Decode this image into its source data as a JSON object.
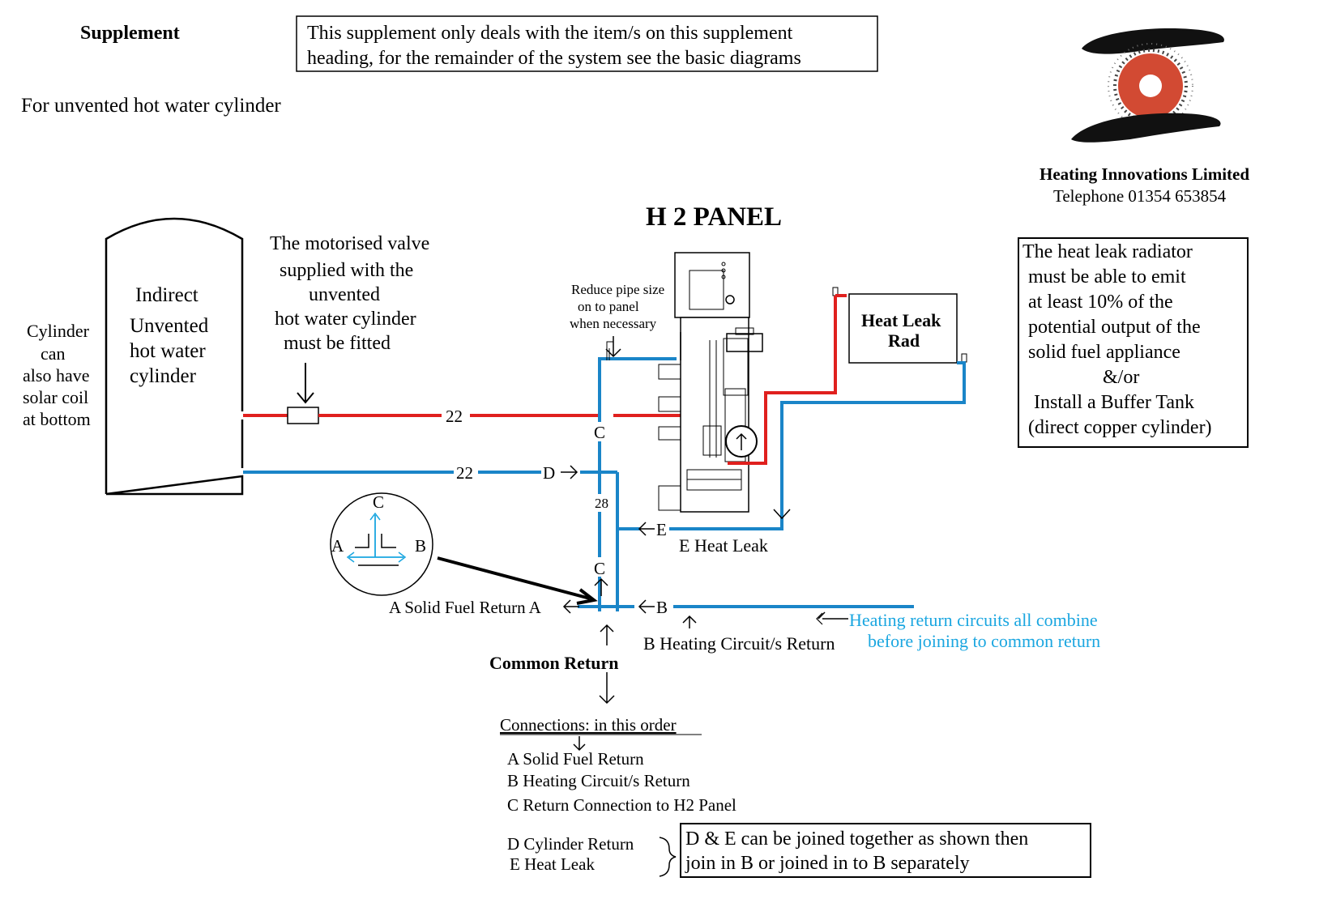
{
  "header": {
    "supplement": "Supplement",
    "subtitle": "For unvented hot water cylinder",
    "note_line1": "This supplement only deals with the item/s on this supplement",
    "note_line2": "heading, for the remainder of the system see the basic diagrams"
  },
  "logo": {
    "company": "Heating Innovations Limited",
    "telephone": "Telephone 01354 653854"
  },
  "title": "H 2 PANEL",
  "cylinder": {
    "line1": "Indirect",
    "line2": "Unvented",
    "line3": "hot water",
    "line4": "cylinder"
  },
  "cylinder_note": [
    "Cylinder",
    "can",
    "also have",
    "solar coil",
    "at bottom"
  ],
  "valve_note": [
    "The motorised valve",
    "supplied with the",
    "unvented",
    "hot water cylinder",
    "must be fitted"
  ],
  "reduce_note": [
    "Reduce pipe size",
    "on to panel",
    "when necessary"
  ],
  "heat_leak_rad": [
    "Heat Leak",
    "Rad"
  ],
  "heat_leak_note": [
    "The heat leak radiator",
    "must be able to emit",
    "at least 10% of the",
    "potential output of the",
    "solid fuel appliance",
    "&/or",
    "Install a Buffer Tank",
    "(direct copper cylinder)"
  ],
  "pipe_labels": {
    "flow_size": "22",
    "return_size": "22",
    "common_size": "28",
    "c_upper": "C",
    "c_lower": "C",
    "d_arrow": "D",
    "e_arrow": "E",
    "b_arrow": "B"
  },
  "tee_detail": {
    "c": "C",
    "a": "A",
    "b": "B"
  },
  "labels": {
    "heat_leak": "E Heat Leak",
    "solid_fuel_return": "A Solid Fuel Return A",
    "heating_return": "B Heating Circuit/s Return",
    "common_return": "Common Return",
    "heating_combine_1": "Heating return  circuits all combine",
    "heating_combine_2": "before joining to common return"
  },
  "connections": {
    "heading": "Connections: in this order",
    "a": "A  Solid Fuel Return",
    "b": "B Heating Circuit/s Return",
    "c": "C  Return Connection to H2 Panel",
    "d": "D Cylinder Return",
    "e": "E  Heat Leak"
  },
  "de_note": {
    "line1": "D & E can be joined together as shown then",
    "line2": "join in B or joined in to B separately"
  },
  "colors": {
    "flow_pipe": "#e0201e",
    "return_pipe": "#1a85c8",
    "note_text": "#1aa6e0"
  }
}
